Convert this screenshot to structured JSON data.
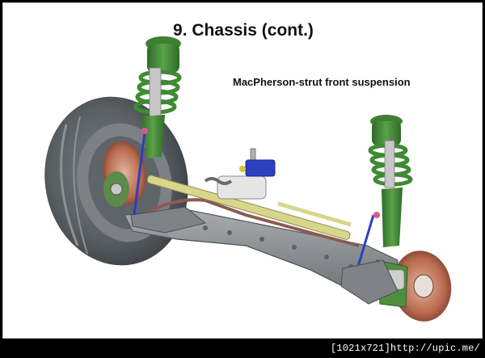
{
  "slide": {
    "title": "9. Chassis (cont.)",
    "subtitle": "MacPherson-strut front suspension"
  },
  "watermark": {
    "text": "[1021x721]http://upic.me/"
  },
  "colors": {
    "background": "#ffffff",
    "strut_green": "#4e8f3d",
    "subframe_gray": "#8d9195",
    "brake_disc": "#b86a4f",
    "steering_rack": "#d8d68a",
    "actuator_blue": "#2c3fbf"
  }
}
